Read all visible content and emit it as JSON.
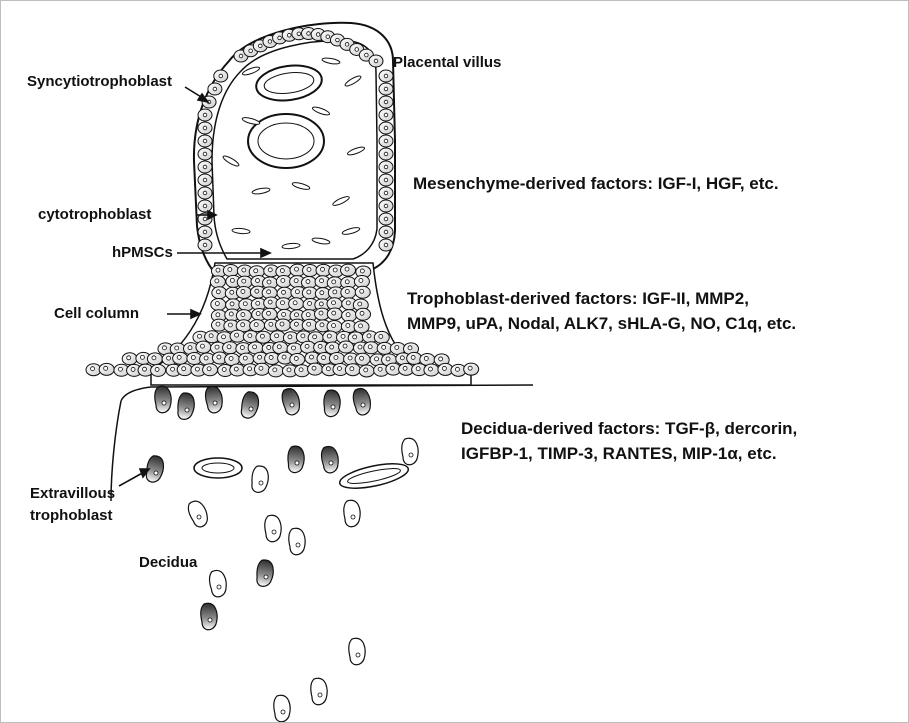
{
  "diagram": {
    "labels": {
      "syncytiotrophoblast": "Syncytiotrophoblast",
      "placental_villus": "Placental villus",
      "cytotrophoblast": "cytotrophoblast",
      "hpmscs": "hPMSCs",
      "cell_column": "Cell column",
      "extravillous_line1": "Extravillous",
      "extravillous_line2": "trophoblast",
      "decidua": "Decidua"
    },
    "factors": {
      "mesenchyme": "Mesenchyme-derived factors: IGF-I, HGF, etc.",
      "trophoblast_line1": "Trophoblast-derived factors: IGF-II, MMP2,",
      "trophoblast_line2": "MMP9, uPA, Nodal, ALK7, sHLA-G, NO, C1q, etc.",
      "decidua_line1": "Decidua-derived factors: TGF-β, dercorin,",
      "decidua_line2": "IGFBP-1, TIMP-3, RANTES, MIP-1α, etc."
    },
    "colors": {
      "ink": "#111111",
      "cell_fill": "#ffffff",
      "shade_dark": "#3a3a3a",
      "frame": "#bdbdbd"
    }
  }
}
